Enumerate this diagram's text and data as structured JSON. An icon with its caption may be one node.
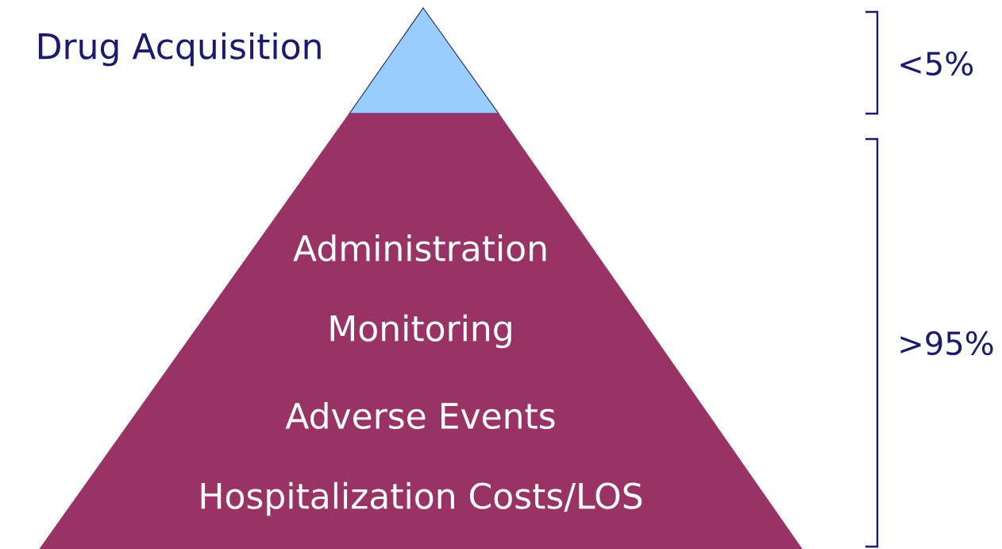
{
  "diagram": {
    "nodes": [
      {
        "text": [],
        "shape": "triangle",
        "beside": [
          "Drug Acquisition"
        ]
      },
      {
        "text": [
          "Administration",
          "Monitoring",
          "Adverse Events",
          "Hospitalization Costs/LOS"
        ]
      }
    ],
    "edges": [],
    "labels": [
      "<5%",
      ">95%"
    ]
  }
}
